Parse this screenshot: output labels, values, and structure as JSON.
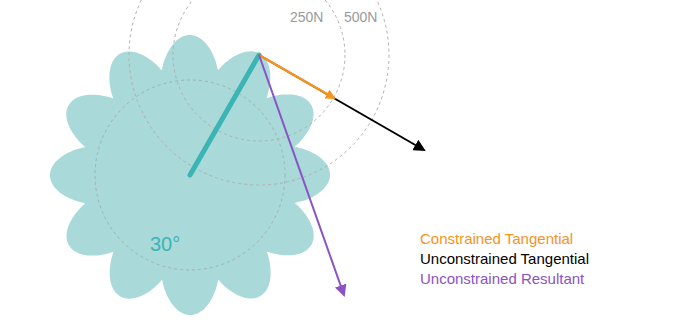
{
  "diagram": {
    "labels": [
      "250N",
      "500N",
      "30°"
    ],
    "legend": [
      {
        "text": "Constrained Tangential",
        "color": "#f7931e"
      },
      {
        "text": "Unconstrained Tangential",
        "color": "#000000"
      },
      {
        "text": "Unconstrained Resultant",
        "color": "#8b52c6"
      }
    ]
  }
}
